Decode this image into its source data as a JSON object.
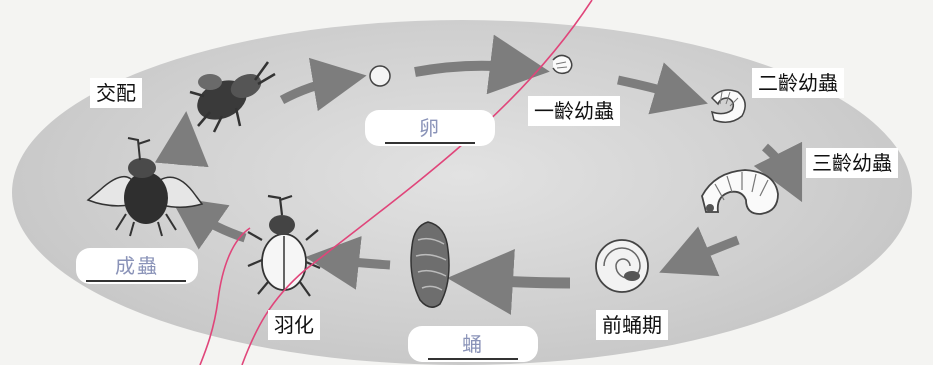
{
  "stages": {
    "mating": "交配",
    "first_instar": "一齡幼蟲",
    "second_instar": "二齡幼蟲",
    "third_instar": "三齡幼蟲",
    "prepupa": "前蛹期",
    "eclosion": "羽化"
  },
  "answers": {
    "egg": "卵",
    "pupa": "蛹",
    "adult": "成蟲"
  },
  "colors": {
    "arrow": "#7d7d7d",
    "ellipse": "#cfcfcf",
    "pen": "#e0457a",
    "handwriting": "#8a93b8"
  }
}
